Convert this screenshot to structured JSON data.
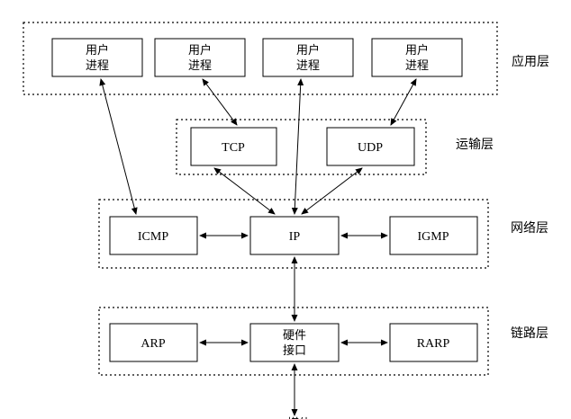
{
  "layers": {
    "application": {
      "label": "应用层"
    },
    "transport": {
      "label": "运输层"
    },
    "network": {
      "label": "网络层"
    },
    "link": {
      "label": "链路层"
    }
  },
  "application": {
    "processes": [
      {
        "line1": "用户",
        "line2": "进程"
      },
      {
        "line1": "用户",
        "line2": "进程"
      },
      {
        "line1": "用户",
        "line2": "进程"
      },
      {
        "line1": "用户",
        "line2": "进程"
      }
    ]
  },
  "transport": {
    "tcp": "TCP",
    "udp": "UDP"
  },
  "network": {
    "icmp": "ICMP",
    "ip": "IP",
    "igmp": "IGMP"
  },
  "link": {
    "arp": "ARP",
    "rarp": "RARP",
    "hardware_line1": "硬件",
    "hardware_line2": "接口"
  },
  "media": {
    "label": "媒体"
  },
  "colors": {
    "stroke": "#000000",
    "background": "#ffffff"
  }
}
